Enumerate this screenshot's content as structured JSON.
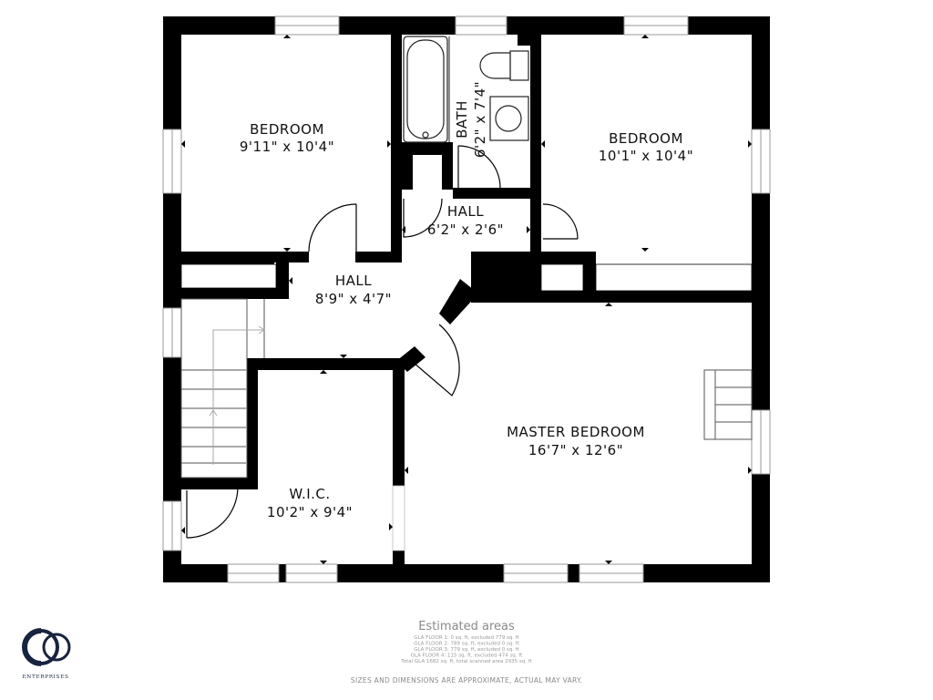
{
  "rooms": {
    "bedroom_left": {
      "name": "BEDROOM",
      "size": "9'11\" x 10'4\""
    },
    "bath": {
      "name": "BATH",
      "size": "6'2\" x 7'4\""
    },
    "bedroom_right": {
      "name": "BEDROOM",
      "size": "10'1\" x 10'4\""
    },
    "hall_upper": {
      "name": "HALL",
      "size": "6'2\" x 2'6\""
    },
    "hall_main": {
      "name": "HALL",
      "size": "8'9\" x 4'7\""
    },
    "master_bedroom": {
      "name": "MASTER BEDROOM",
      "size": "16'7\" x 12'6\""
    },
    "wic": {
      "name": "W.I.C.",
      "size": "10'2\" x 9'4\""
    }
  },
  "estimated_areas": {
    "title": "Estimated areas",
    "lines": [
      "GLA FLOOR 1: 0 sq. ft, excluded 779 sq. ft",
      "GLA FLOOR 2: 789 sq. ft, excluded 0 sq. ft",
      "GLA FLOOR 3: 779 sq. ft, excluded 0 sq. ft",
      "GLA FLOOR 4: 115 sq. ft, excluded 474 sq. ft",
      "Total GLA 1682 sq. ft, total scanned area 2935 sq. ft"
    ]
  },
  "disclaimer": "SIZES AND DIMENSIONS ARE APPROXIMATE, ACTUAL MAY VARY.",
  "logo": {
    "text": "ENTERPRISES",
    "color": "#18233f"
  }
}
